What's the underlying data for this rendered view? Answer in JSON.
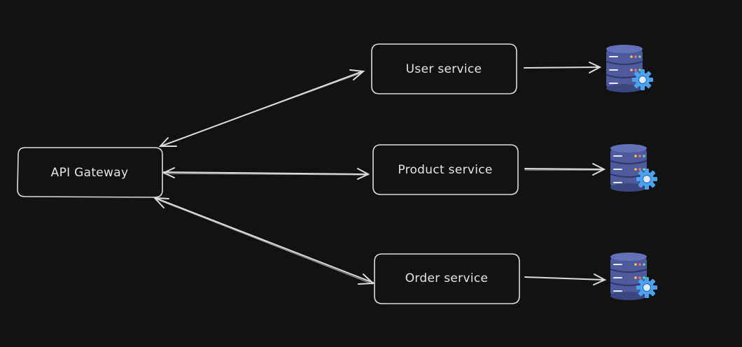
{
  "diagram": {
    "background": "#121212",
    "stroke_color": "#dcdcdc",
    "nodes": {
      "gateway": {
        "label": "API Gateway"
      },
      "user": {
        "label": "User service"
      },
      "product": {
        "label": "Product service"
      },
      "order": {
        "label": "Order service"
      }
    },
    "edges": [
      {
        "from": "API Gateway",
        "to": "User service",
        "direction": "bidirectional"
      },
      {
        "from": "API Gateway",
        "to": "Product service",
        "direction": "bidirectional"
      },
      {
        "from": "API Gateway",
        "to": "Order service",
        "direction": "bidirectional"
      },
      {
        "from": "User service",
        "to": "database",
        "direction": "forward"
      },
      {
        "from": "Product service",
        "to": "database",
        "direction": "forward"
      },
      {
        "from": "Order service",
        "to": "database",
        "direction": "forward"
      }
    ],
    "database_icon": {
      "name": "database-settings-icon",
      "body_color": "#4f5a9e",
      "body_dark": "#3d477f",
      "line_color": "#e8ebff",
      "led_colors": [
        "#f2c94c",
        "#ff6b6b",
        "#5ee08a"
      ],
      "gear_color": "#4aa3f0"
    }
  }
}
